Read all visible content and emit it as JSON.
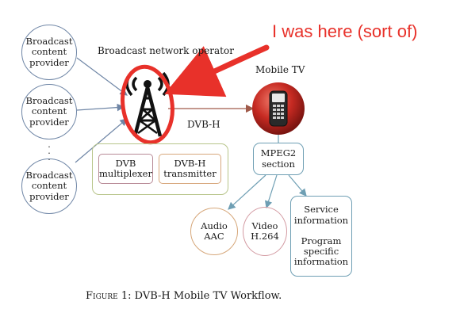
{
  "providers": [
    {
      "label": "Broadcast\ncontent\nprovider"
    },
    {
      "label": "Broadcast\ncontent\nprovider"
    },
    {
      "label": "Broadcast\ncontent\nprovider"
    }
  ],
  "ellipsis": ".\n.\n.",
  "operator_label": "Broadcast network operator",
  "link_label": "DVB-H",
  "mobile_tv_label": "Mobile TV",
  "multiplexer_label": "DVB\nmultiplexer",
  "transmitter_label": "DVB-H\ntransmitter",
  "mpeg2_label": "MPEG2\nsection",
  "audio_label": "Audio\nAAC",
  "video_label": "Video\nH.264",
  "service_label": "Service\ninformation\n\nProgram\nspecific\ninformation",
  "caption": {
    "prefix": "Figure 1: ",
    "text": "DVB-H Mobile TV Workflow."
  },
  "annotation": "I was here (sort of)",
  "colors": {
    "annotation": "#e8312a",
    "phone_ball": "#c62a22",
    "provider_border": "#6f86a6"
  }
}
